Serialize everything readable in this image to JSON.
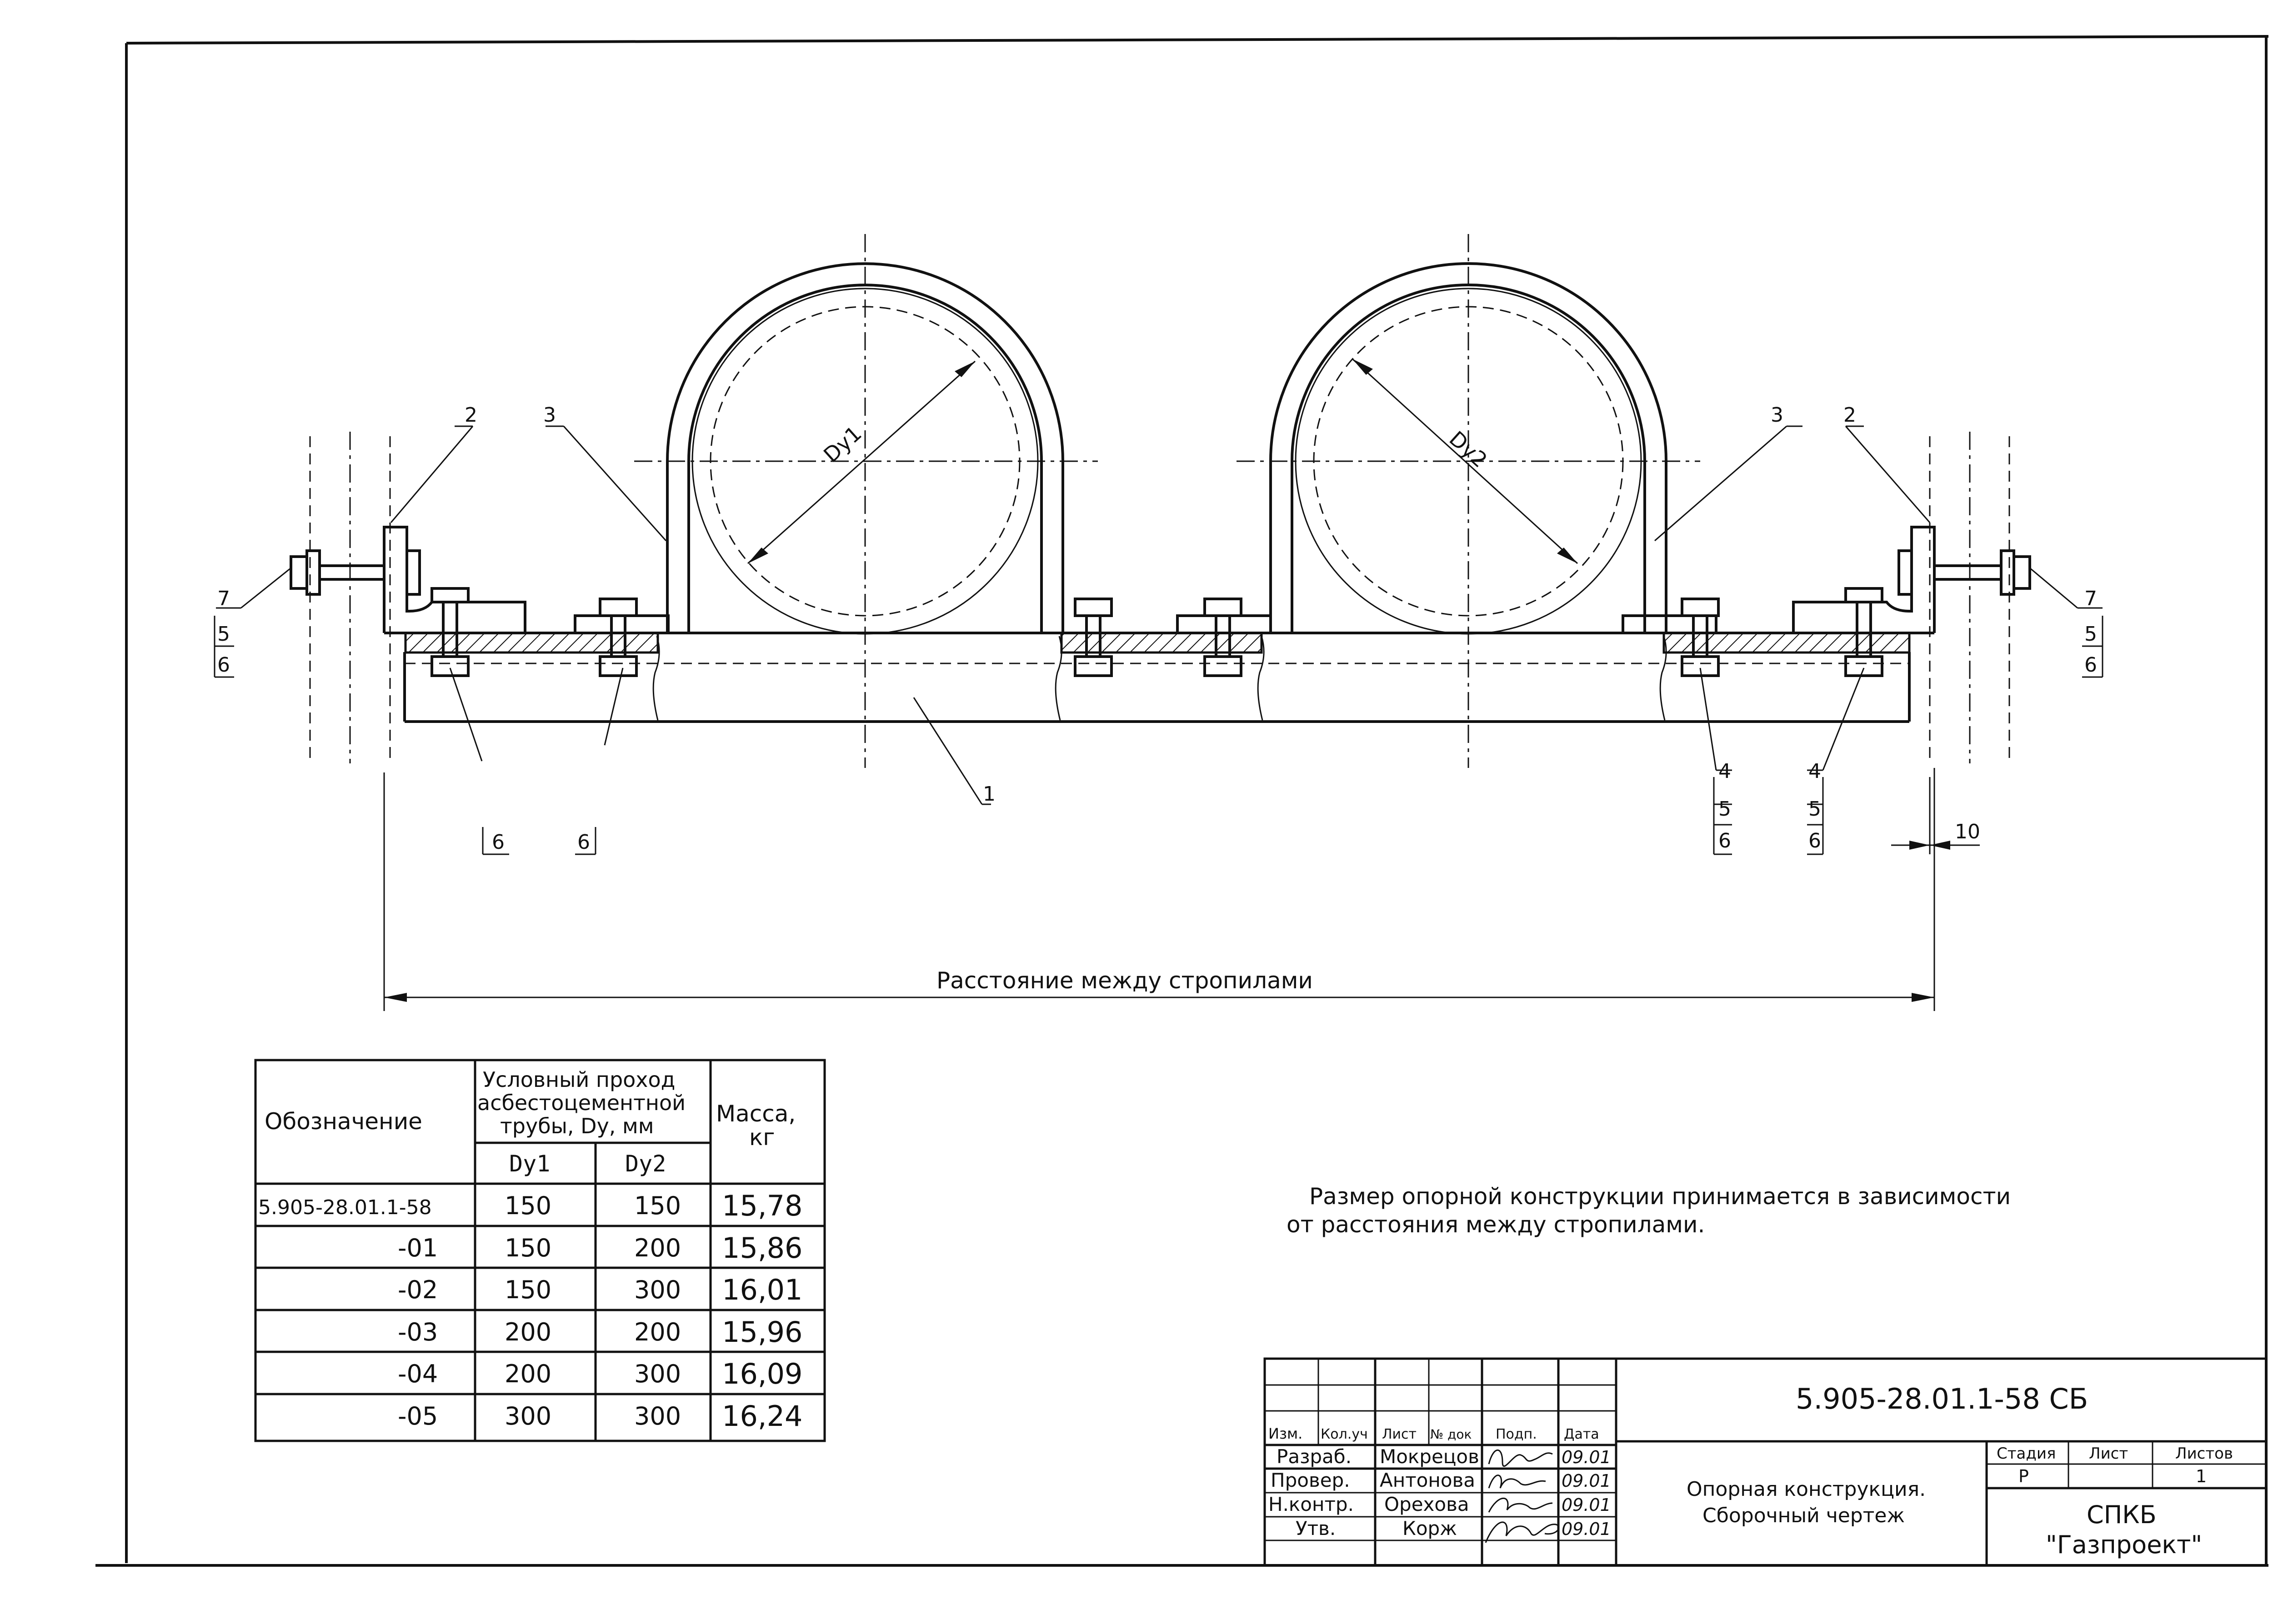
{
  "callouts": {
    "left_top_2": "2",
    "left_top_3": "3",
    "right_top_3": "3",
    "right_top_2": "2",
    "left_7": "7",
    "left_5": "5",
    "left_6": "6",
    "right_7": "7",
    "right_5": "5",
    "right_6": "6",
    "bottom_l1_6": "6",
    "bottom_l2_6": "6",
    "r1_4": "4",
    "r1_5": "5",
    "r1_6": "6",
    "r2_4": "4",
    "r2_5": "5",
    "r2_6": "6",
    "center_1": "1",
    "dim_10": "10",
    "dy1": "Dу1",
    "dy2": "Dу2"
  },
  "dimension_label": "Расстояние между стропилами",
  "note": {
    "line1": "Размер опорной конструкции принимается в зависимости",
    "line2": "от расстояния между стропилами."
  },
  "spec_table": {
    "h_designation": "Обозначение",
    "h_pass_1": "Условный проход",
    "h_pass_2": "асбестоцементной",
    "h_pass_3": "трубы, Dу, мм",
    "h_mass_1": "Масса,",
    "h_mass_2": "кг",
    "h_dy1": "Dу1",
    "h_dy2": "Dу2",
    "rows": [
      {
        "designation": "5.905-28.01.1-58",
        "dy1": "150",
        "dy2": "150",
        "mass": "15,78"
      },
      {
        "designation": "-01",
        "dy1": "150",
        "dy2": "200",
        "mass": "15,86"
      },
      {
        "designation": "-02",
        "dy1": "150",
        "dy2": "300",
        "mass": "16,01"
      },
      {
        "designation": "-03",
        "dy1": "200",
        "dy2": "200",
        "mass": "15,96"
      },
      {
        "designation": "-04",
        "dy1": "200",
        "dy2": "300",
        "mass": "16,09"
      },
      {
        "designation": "-05",
        "dy1": "300",
        "dy2": "300",
        "mass": "16,24"
      }
    ]
  },
  "title_block": {
    "h_izm": "Изм.",
    "h_koluch": "Кол.уч",
    "h_list": "Лист",
    "h_ndok": "№ док",
    "h_podp": "Подп.",
    "h_data": "Дата",
    "roles": [
      "Разраб.",
      "Провер.",
      "Н.контр.",
      "Утв."
    ],
    "names": [
      "Мокрецов",
      "Антонова",
      "Орехова",
      "Корж"
    ],
    "dates": [
      "09.01",
      "09.01",
      "09.01",
      "09.01"
    ],
    "doc_code": "5.905-28.01.1-58 СБ",
    "title_1": "Опорная конструкция.",
    "title_2": "Сборочный чертеж",
    "h_stage": "Стадия",
    "h_sheet": "Лист",
    "h_sheets": "Листов",
    "stage": "Р",
    "sheets": "1",
    "org_1": "СПКБ",
    "org_2": "\"Газпроект\""
  }
}
